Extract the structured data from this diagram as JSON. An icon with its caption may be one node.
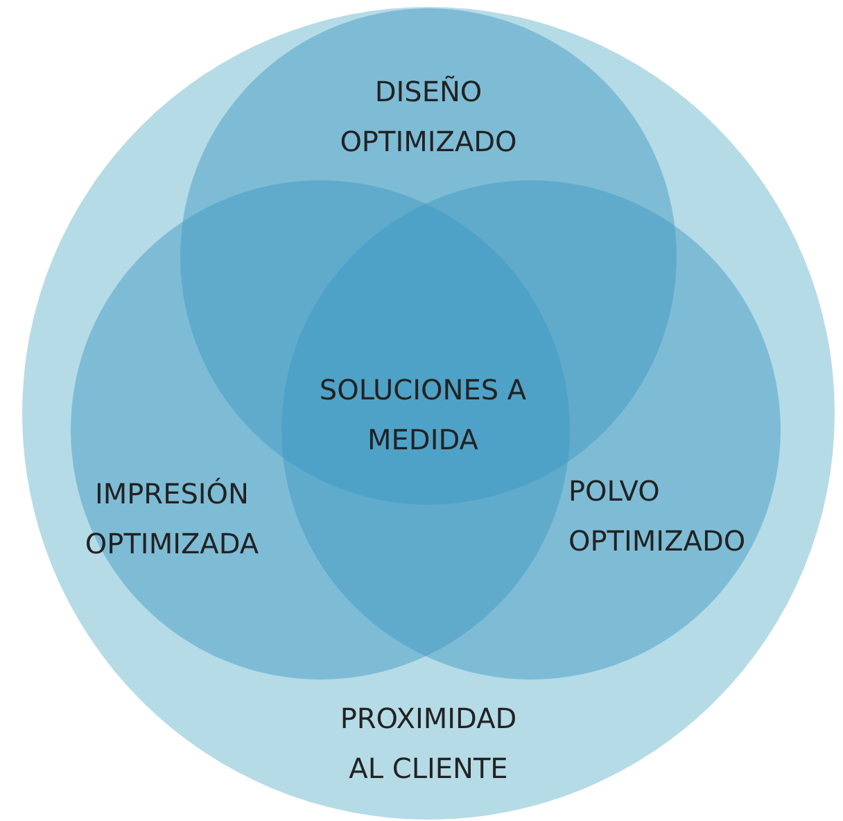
{
  "diagram": {
    "nodes": [
      {
        "text": [
          "PROXIMIDAD AL CLIENTE"
        ]
      },
      {
        "text": [
          "DISEÑO OPTIMIZADO"
        ],
        "in": 0
      },
      {
        "text": [
          "IMPRESIÓN OPTIMIZADA"
        ],
        "in": 0
      },
      {
        "text": [
          "POLVO OPTIMIZADO"
        ],
        "in": 0
      }
    ],
    "labels": [
      "SOLUCIONES A MEDIDA"
    ]
  }
}
